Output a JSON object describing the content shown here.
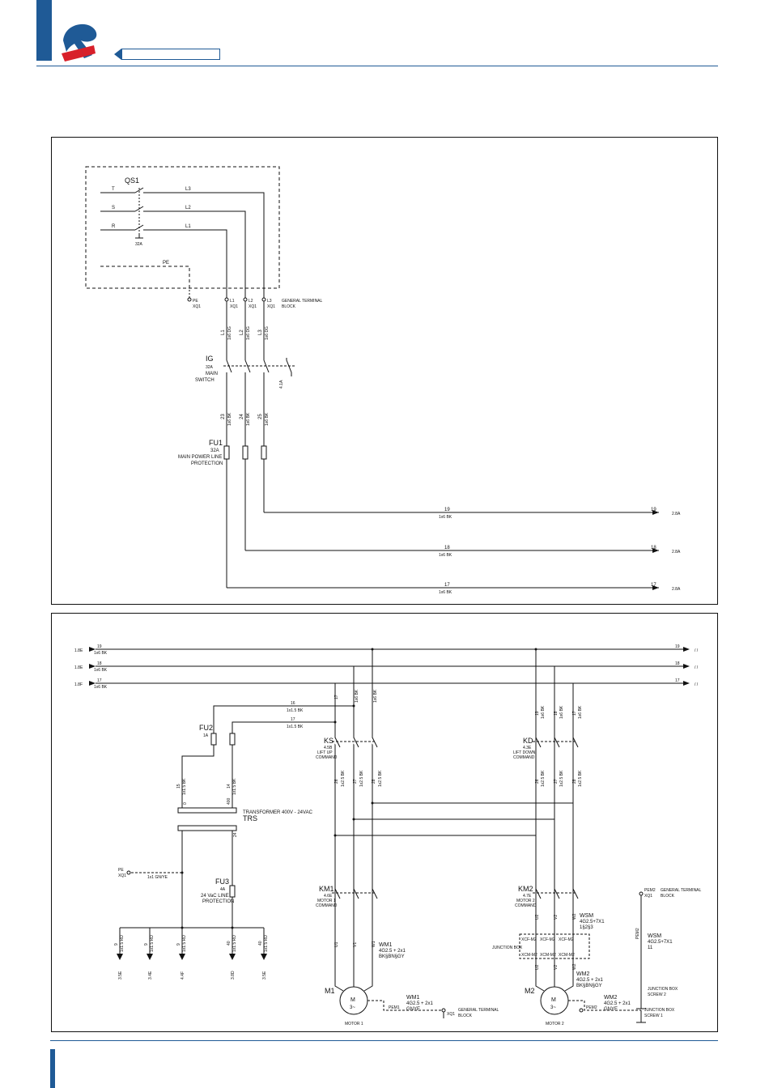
{
  "top": {
    "qs1": "QS1",
    "phases": [
      "T",
      "S",
      "R"
    ],
    "lines": [
      "L3",
      "L2",
      "L1"
    ],
    "qs1_rating": "32A",
    "pe": "PE",
    "term_pe": "PE",
    "term_l1": "L1",
    "term_l2": "L2",
    "term_l3": "L3",
    "xq1": "XQ1",
    "terminal_block_1": "GENERAL TERMINAL",
    "terminal_block_2": "BLOCK",
    "wire_l1": "L1",
    "wire_l2": "L2",
    "wire_l3": "L3",
    "wire_spec": "1x6 DG",
    "ig": "IG",
    "ig_rating": "32A",
    "ig_desc1": "MAIN",
    "ig_desc2": "SWITCH",
    "ig_aux": "4.1A",
    "w23": "23",
    "w24": "24",
    "w25": "25",
    "wire_bk": "1x6 BK",
    "fu1": "FU1",
    "fu1_rating": "32A",
    "fu1_desc1": "MAIN POWER LINE",
    "fu1_desc2": "PROTECTION",
    "out19": "19",
    "out18": "18",
    "out17": "17",
    "ref": "2.8A"
  },
  "bottom": {
    "in_ref_1": "1.8E",
    "in_ref_2": "1.8E",
    "in_ref_3": "1.8F",
    "w19": "19",
    "w18": "18",
    "w17": "17",
    "wire_bk": "1x6 BK",
    "arrow_ref": "/ /",
    "fu2": "FU2",
    "fu2_rating": "1A",
    "w15bk": "1x1.5 BK",
    "w16": "16",
    "w17s": "17",
    "w15": "15",
    "w14": "14",
    "w26": "26",
    "w27": "27",
    "w28": "28",
    "w25bk": "1x2.5 BK",
    "ks": "KS",
    "ks_ref": "4.5B",
    "ks_desc1": "LIFT UP",
    "ks_desc2": "COMMAND",
    "kd": "KD",
    "kd_ref": "4.3E",
    "kd_desc1": "LIFT DOWN",
    "kd_desc2": "COMMAND",
    "trs_desc": "TRANSFORMER 400V - 24VAC",
    "trs": "TRS",
    "tap0": "0",
    "tap400": "400",
    "tap24": "24",
    "pe": "PE",
    "xq1": "XQ1",
    "pe_wire": "1x1 GN/YE",
    "fu3": "FU3",
    "fu3_rating": "4A",
    "fu3_desc1": "24 VaC LINE",
    "fu3_desc2": "PROTECTION",
    "km1": "KM1",
    "km1_ref": "4.6E",
    "km1_desc1": "MOTOR 1",
    "km1_desc2": "COMMAND",
    "km2": "KM2",
    "km2_ref": "4.7E",
    "km2_desc1": "MOTOR 2",
    "km2_desc2": "COMMAND",
    "u1": "U1",
    "v1": "V1",
    "w1": "W1",
    "u2": "U2",
    "v2": "V2",
    "w2": "W2",
    "wm1": "WM1",
    "wm1_spec1": "4G2.5 + 2x1",
    "wm1_spec2": "BK§BN§GY",
    "wsm": "WSM",
    "wsm_spec1": "4G2.5+7X1",
    "wsm_spec2": "1§2§3",
    "wsm_b": "WSM",
    "wsm_b_spec1": "4G2.5+7X1",
    "wsm_b_spec2": "11",
    "jbox": "JUNCTION BOX",
    "xcf": "XCF-M2",
    "xcm": "XCM-M2",
    "wm2": "WM2",
    "wm2_spec1": "4G2.5 + 2x1",
    "wm2_spec2": "BK§BN§GY",
    "m1": "M1",
    "m2": "M2",
    "motor_m": "M",
    "motor_3": "3~",
    "motor1": "MOTOR 1",
    "motor2": "MOTOR 2",
    "wm1b": "WM1",
    "wm1b_spec1": "4G2.5 + 2x1",
    "wm1b_spec2": "GNYE",
    "pem1": "PEM1",
    "pem1_xq": "XQ1",
    "gtb1": "GENERAL TERMINAL",
    "gtb2": "BLOCK",
    "wm2b": "WM2",
    "wm2b_spec1": "4G2.5 + 2x1",
    "wm2b_spec2": "GNYE",
    "pem2": "PEM2",
    "jbs1_1": "JUNCTION BOX",
    "jbs1_2": "SCREW 1",
    "pem2b": "PEM2",
    "pem2b_xq": "XQ1",
    "gtb3": "GENERAL TERMINAL",
    "gtb4": "BLOCK",
    "pem2v": "PEM2",
    "jbs2_1": "JUNCTION BOX",
    "jbs2_2": "SCREW 2",
    "out_wires": [
      "9",
      "9",
      "9",
      "40",
      "40"
    ],
    "out_specs": [
      "1x1.5 RD",
      "1x1.5 RD",
      "1x1.5 RD",
      "1x1.5 RD",
      "1x1.5 RD"
    ],
    "out_refs": [
      "3.5E",
      "3.4E",
      "4.4F",
      "3.8D",
      "3.5E"
    ]
  }
}
